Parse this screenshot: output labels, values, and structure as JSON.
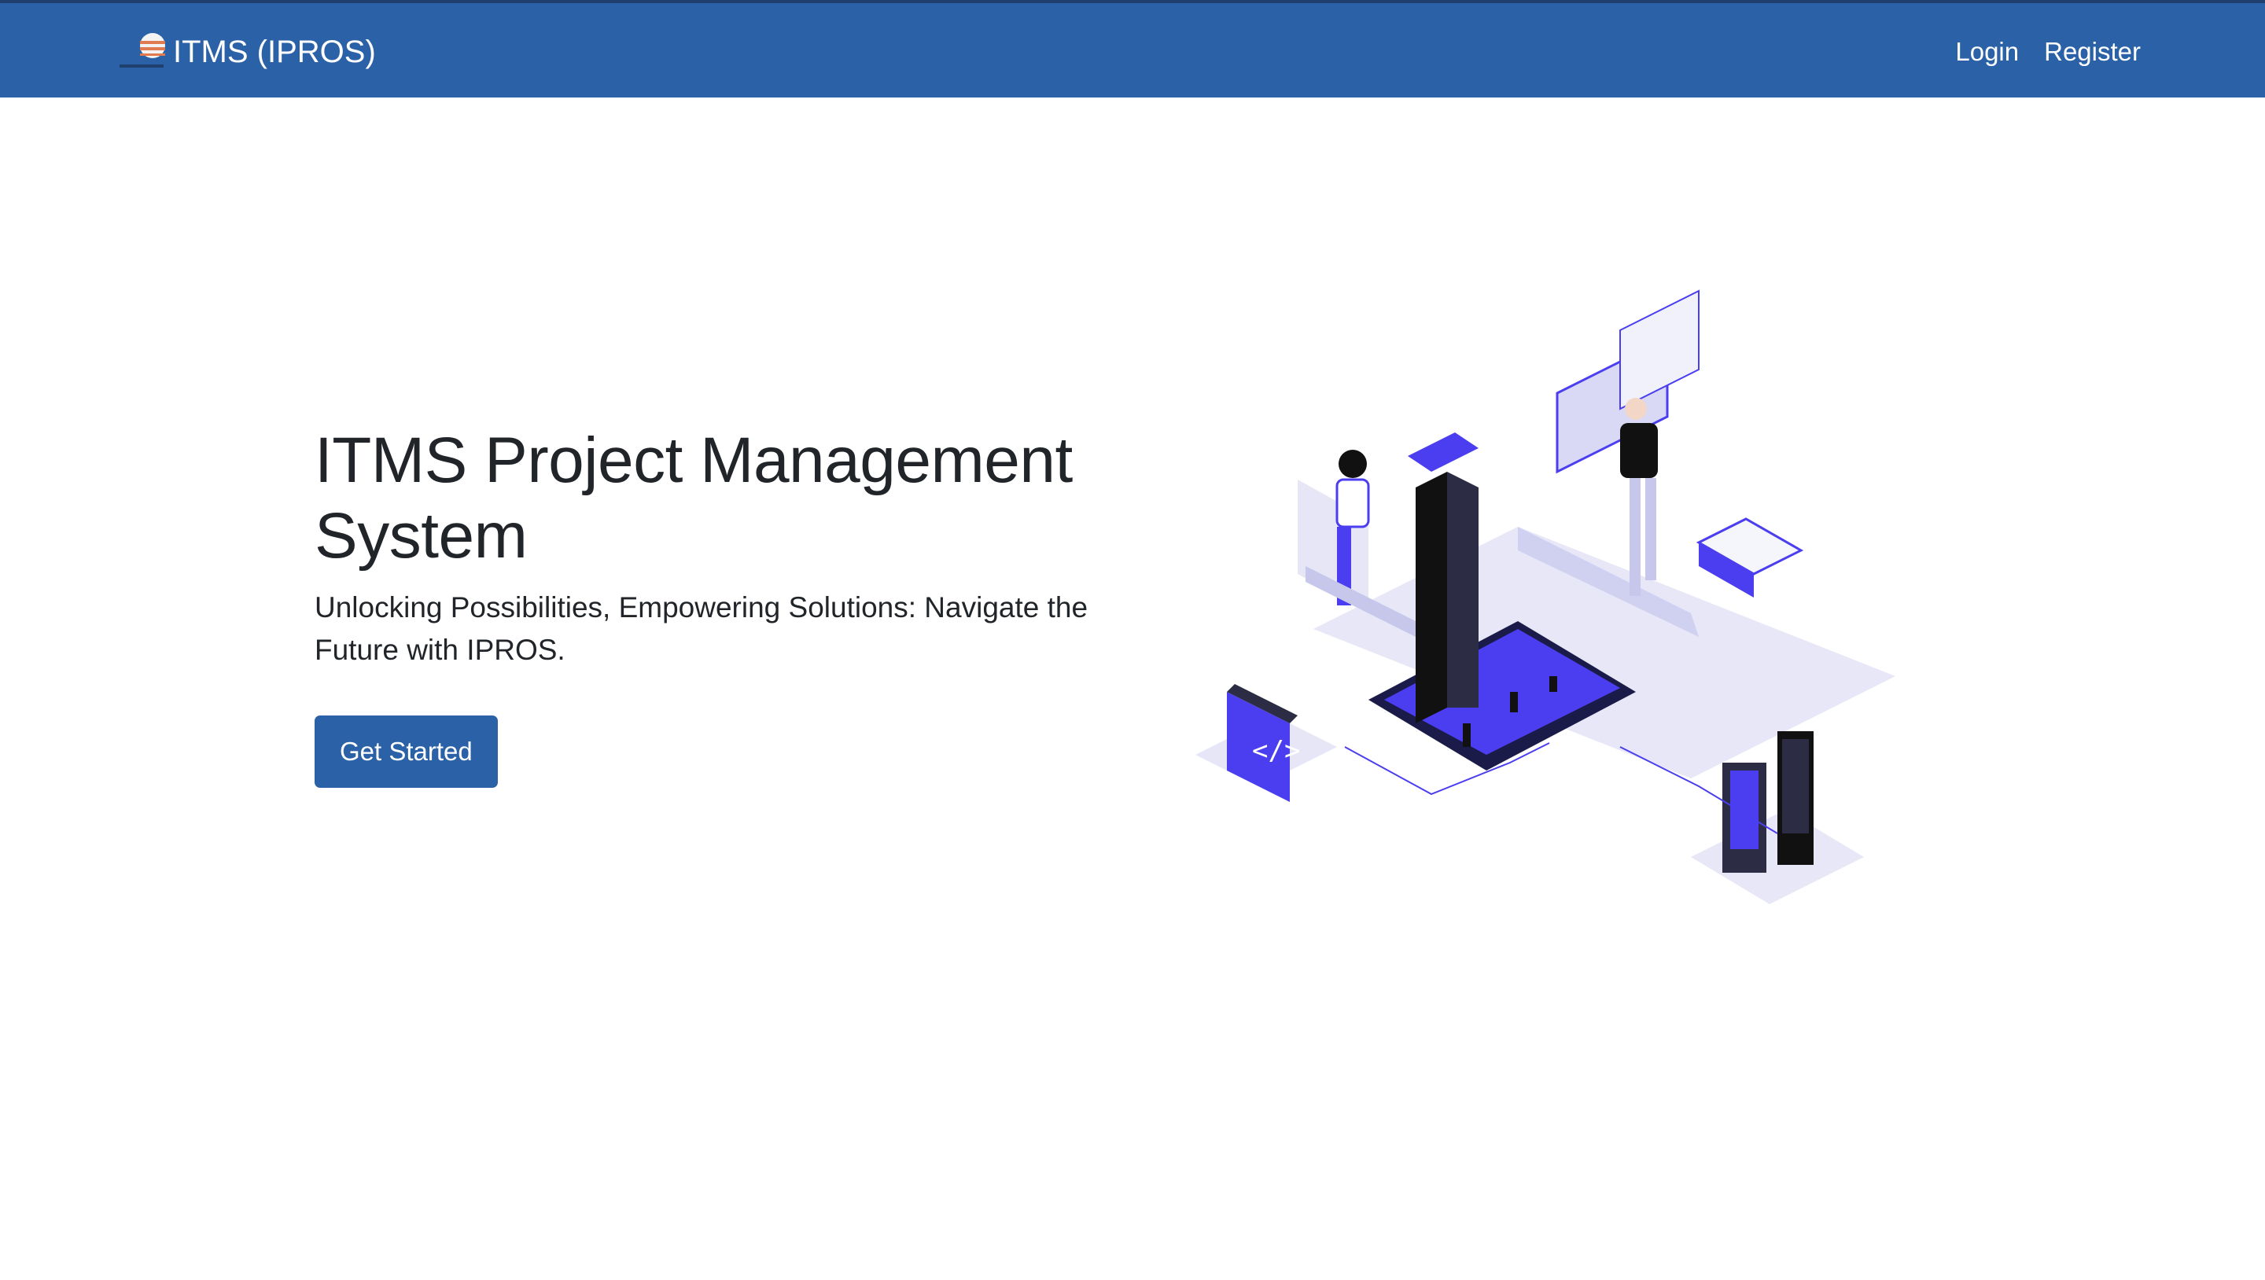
{
  "nav": {
    "brand": "ITMS (IPROS)",
    "links": [
      "Login",
      "Register"
    ]
  },
  "hero": {
    "title": "ITMS Project Management System",
    "subtitle": "Unlocking Possibilities, Empowering Solutions: Navigate the Future with IPROS.",
    "cta": "Get Started"
  },
  "colors": {
    "navbar": "#2b62a7",
    "accent": "#4b3ef0",
    "text": "#212529"
  }
}
